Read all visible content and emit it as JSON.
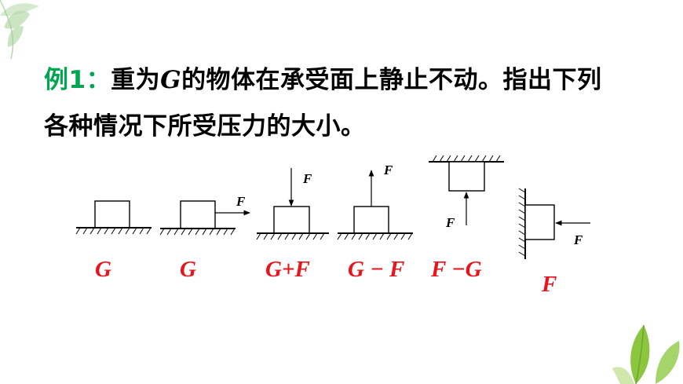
{
  "question": {
    "label": "例1：",
    "line1_before": "重为",
    "var_g": "G",
    "line1_after": "的物体在承受面上静止不动。指出下列",
    "line2": "各种情况下所受压力的大小。"
  },
  "figures": [
    {
      "force_label": "",
      "answer": "G"
    },
    {
      "force_label": "F",
      "answer": "G"
    },
    {
      "force_label": "F",
      "answer": "G+F"
    },
    {
      "force_label": "F",
      "answer": "G − F"
    },
    {
      "force_label": "F",
      "answer": "F −G"
    },
    {
      "force_label": "F",
      "answer": "F"
    }
  ],
  "colors": {
    "label": "#00a651",
    "answer": "#e8131b",
    "text": "#000000"
  },
  "decor": {
    "top_left": "leaf-icon",
    "bottom_right": "leaf-icon"
  }
}
